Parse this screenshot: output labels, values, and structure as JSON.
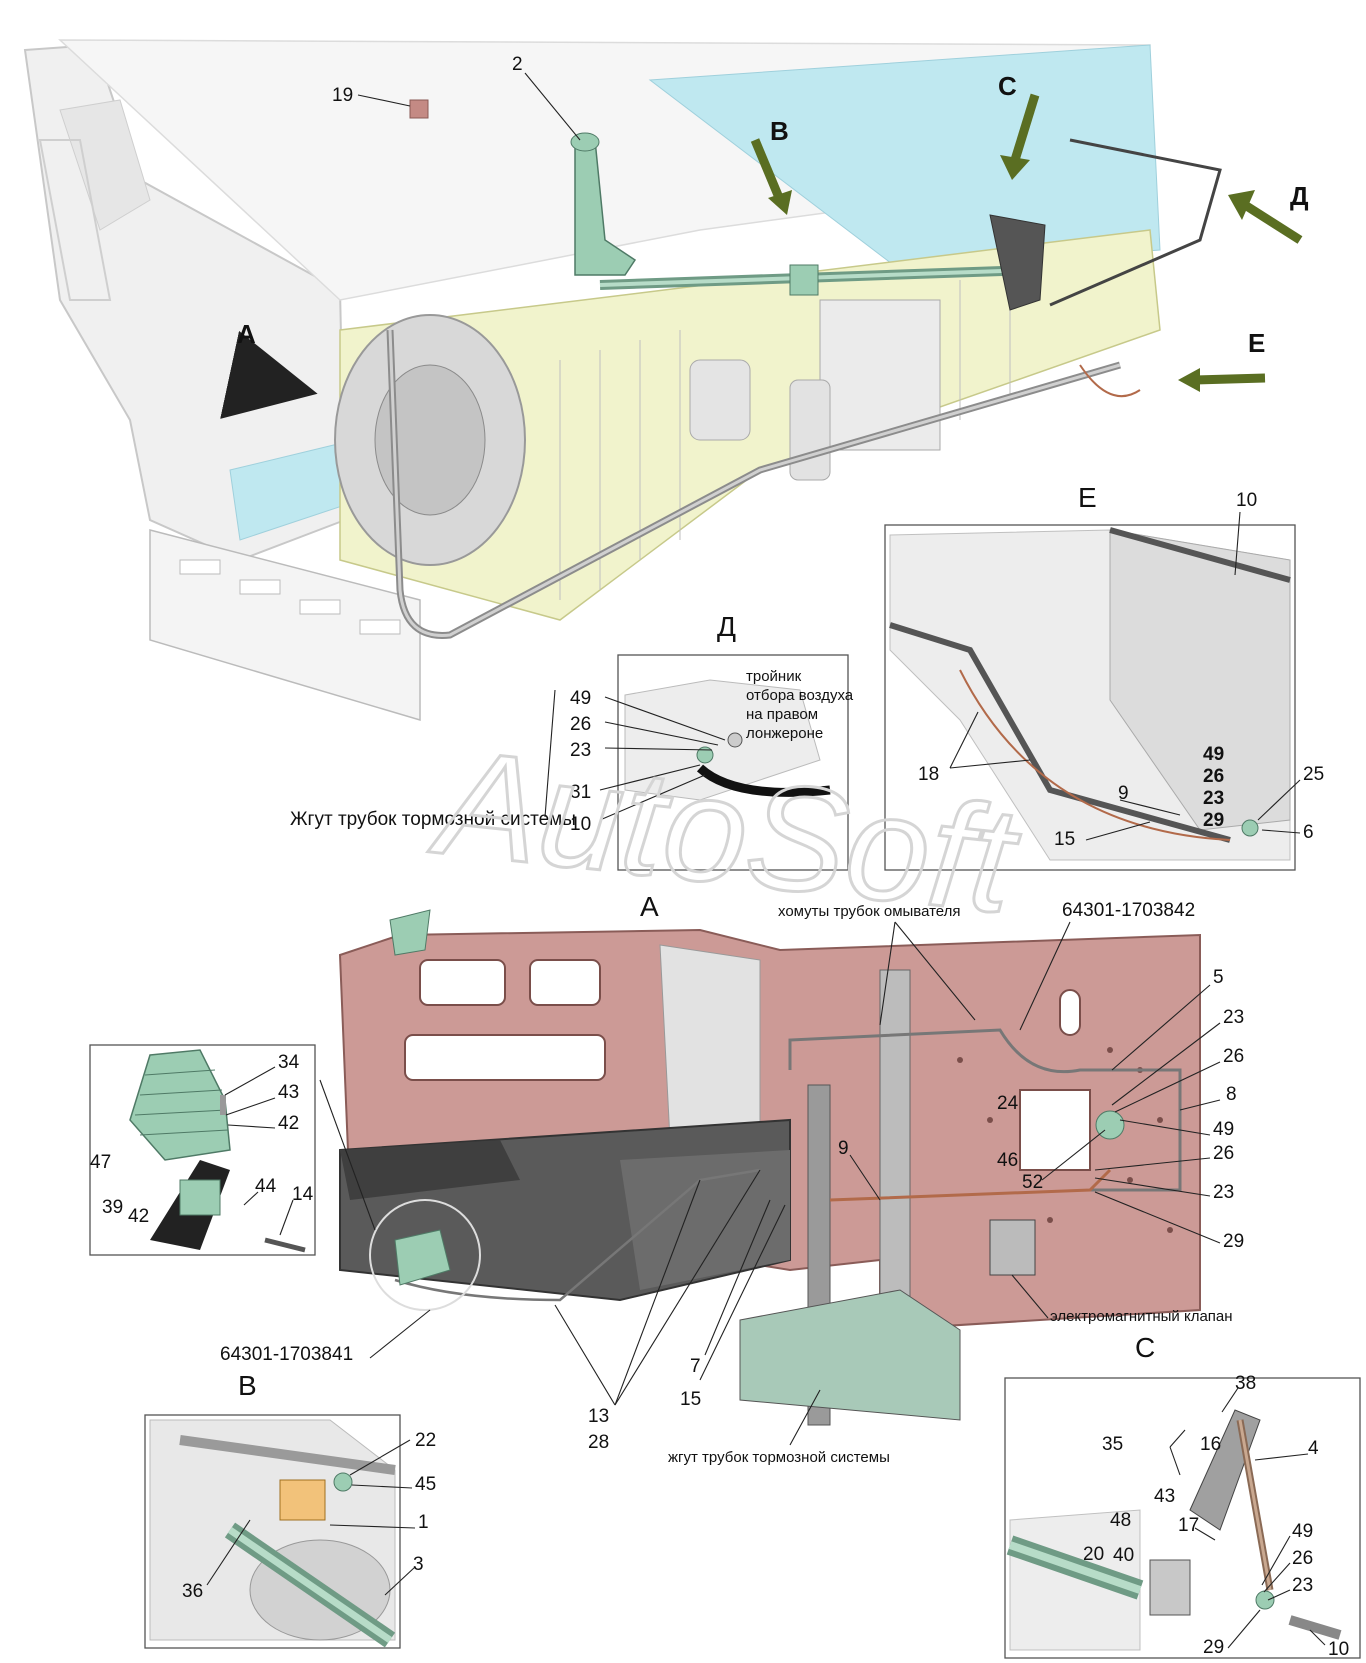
{
  "views": {
    "A": "A",
    "B": "B",
    "C": "C",
    "D": "Д",
    "E": "E"
  },
  "main": {
    "callouts": {
      "n19": "19",
      "n2": "2"
    }
  },
  "view_d": {
    "title": "Д",
    "note": [
      "тройник",
      "отбора воздуха",
      "на правом",
      "лонжероне"
    ],
    "callouts": {
      "n49": "49",
      "n26": "26",
      "n23": "23",
      "n31": "31",
      "n10": "10"
    },
    "harness": "Жгут трубок тормозной системы"
  },
  "view_e": {
    "title": "E",
    "callouts": {
      "n10": "10",
      "n18": "18",
      "n9": "9",
      "n15": "15",
      "n49": "49",
      "n26": "26",
      "n23": "23",
      "n29": "29",
      "n25": "25",
      "n6": "6"
    }
  },
  "view_a": {
    "title": "A",
    "clamps": "хомуты трубок омывателя",
    "part1": "64301-1703842",
    "part2": "64301-1703841",
    "valve": "электромагнитный клапан",
    "harness": "жгут трубок тормозной системы",
    "callouts": {
      "n5": "5",
      "n23a": "23",
      "n26a": "26",
      "n8": "8",
      "n49": "49",
      "n26b": "26",
      "n23b": "23",
      "n29": "29",
      "n24": "24",
      "n46": "46",
      "n52": "52",
      "n9": "9",
      "n7": "7",
      "n15": "15",
      "n13": "13",
      "n28": "28"
    }
  },
  "detail_lever": {
    "callouts": {
      "n34": "34",
      "n43": "43",
      "n42a": "42",
      "n47": "47",
      "n39": "39",
      "n42b": "42",
      "n44": "44",
      "n14": "14"
    }
  },
  "view_b": {
    "title": "B",
    "callouts": {
      "n22": "22",
      "n45": "45",
      "n1": "1",
      "n3": "3",
      "n36": "36"
    }
  },
  "view_c": {
    "title": "C",
    "callouts": {
      "n38": "38",
      "n35": "35",
      "n16": "16",
      "n4": "4",
      "n43": "43",
      "n48": "48",
      "n17": "17",
      "n20": "20",
      "n40": "40",
      "n49": "49",
      "n26": "26",
      "n23": "23",
      "n29": "29",
      "n10": "10"
    }
  },
  "watermark": "AutoSoft",
  "colors": {
    "frame_red": "#cc9a96",
    "part_green": "#9ccdb3",
    "arrow_green": "#5a6e22",
    "light_blue": "#bfe8f0",
    "light_yellow": "#f1f3cc",
    "tank_dark": "#5a5a5a"
  }
}
